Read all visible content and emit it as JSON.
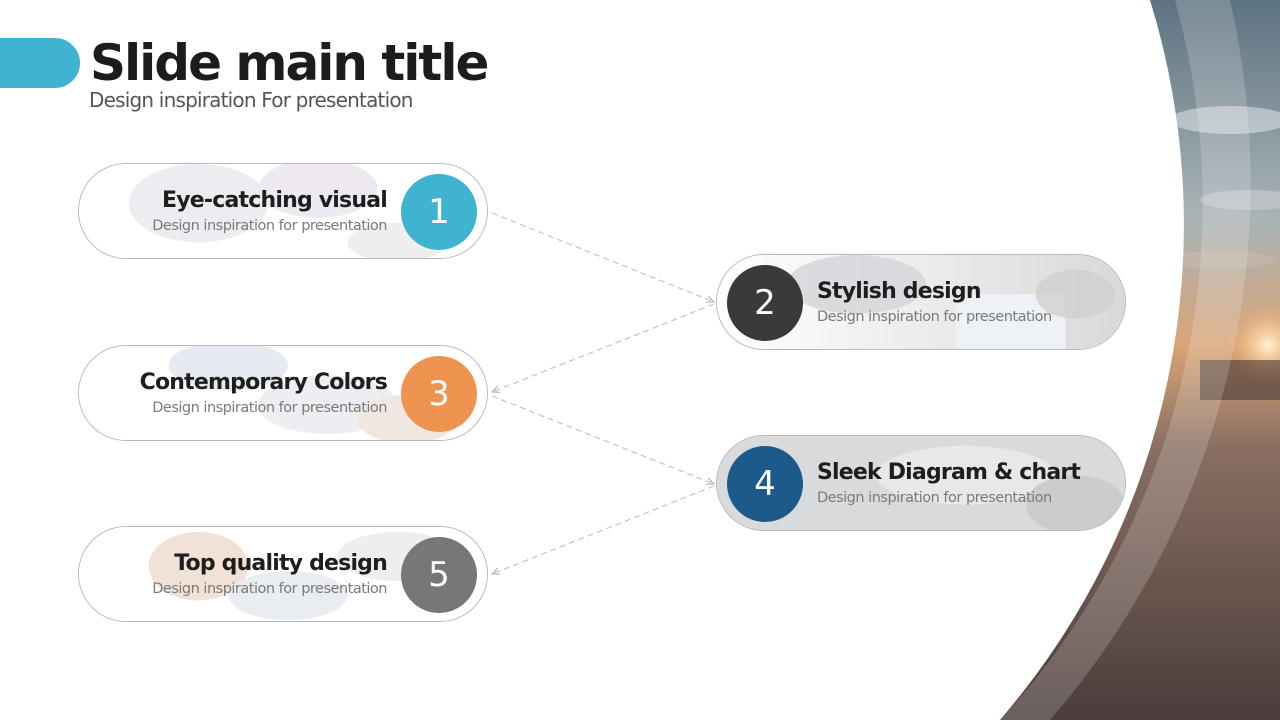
{
  "slide": {
    "title": "Slide main title",
    "subtitle": "Design inspiration For presentation"
  },
  "colors": {
    "accent": "#3fb3cf",
    "badge_1": "#3fb3cf",
    "badge_2": "#3a3a3a",
    "badge_3": "#ef9350",
    "badge_4": "#1d5a8c",
    "badge_5": "#777777"
  },
  "items": [
    {
      "number": "1",
      "heading": "Eye-catching visual",
      "desc": "Design inspiration for presentation"
    },
    {
      "number": "2",
      "heading": "Stylish design",
      "desc": "Design inspiration for presentation"
    },
    {
      "number": "3",
      "heading": "Contemporary Colors",
      "desc": "Design inspiration for presentation"
    },
    {
      "number": "4",
      "heading": "Sleek Diagram & chart",
      "desc": "Design inspiration for presentation"
    },
    {
      "number": "5",
      "heading": "Top quality design",
      "desc": "Design inspiration for presentation"
    }
  ]
}
